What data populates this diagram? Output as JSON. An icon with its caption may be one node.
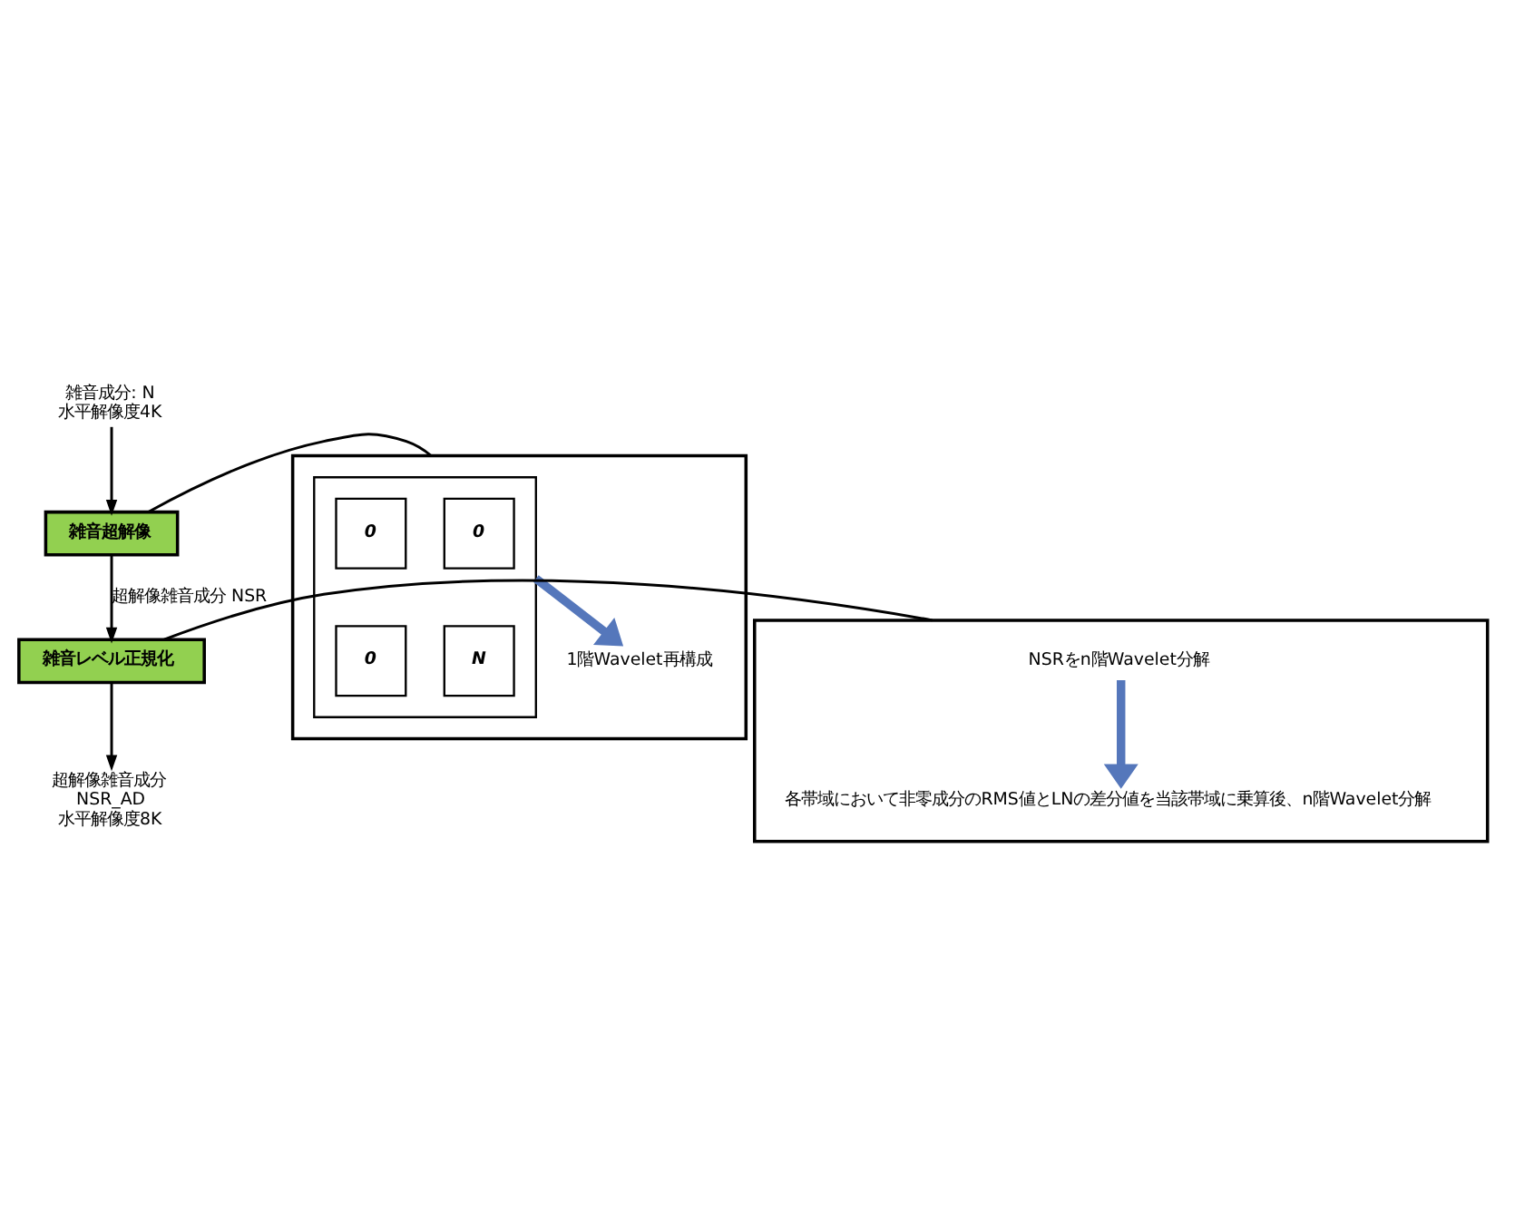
{
  "diagram": {
    "nodes": [
      {
        "text": [
          "雑音成分: N",
          "水平解像度4K"
        ]
      },
      {
        "text": [
          "雑音超解像"
        ]
      },
      {
        "text": [],
        "shape": "box"
      },
      {
        "text": [],
        "shape": "box",
        "in": 2
      },
      {
        "text": [
          "0"
        ],
        "in": 3
      },
      {
        "text": [
          "0"
        ],
        "in": 3
      },
      {
        "text": [
          "N"
        ],
        "in": 3
      },
      {
        "text": [
          "0"
        ],
        "in": 3
      },
      {
        "text": [
          "1階Wavelet再構成"
        ],
        "in": 2
      },
      {
        "text": [
          "雑音レベル正規化"
        ]
      },
      {
        "text": [],
        "shape": "box"
      },
      {
        "text": [
          "NSRをn階Wavelet分解"
        ],
        "in": 10
      },
      {
        "text": [
          "各帯域において非零成分のRMS値とLNの差分値を当該帯域に乗算後、n階Wavelet分解"
        ],
        "in": 10
      },
      {
        "text": [
          "超解像雑音成分",
          "NSR_AD",
          "水平解像度8K"
        ]
      }
    ],
    "edges": [
      {
        "from": 0,
        "to": 1,
        "arrow": "to"
      },
      {
        "from": 2,
        "to": 1,
        "arrow": "none"
      },
      {
        "from": 3,
        "to": 8,
        "arrow": "to",
        "style": "thick",
        "color": "#5577bb"
      },
      {
        "from": 1,
        "to": 9,
        "arrow": "to",
        "label": "超解像雑音成分 NSR"
      },
      {
        "from": 10,
        "to": 9,
        "arrow": "none"
      },
      {
        "from": 11,
        "to": 12,
        "arrow": "to",
        "style": "thick",
        "color": "#5577bb"
      },
      {
        "from": 9,
        "to": 13,
        "arrow": "to"
      }
    ]
  }
}
